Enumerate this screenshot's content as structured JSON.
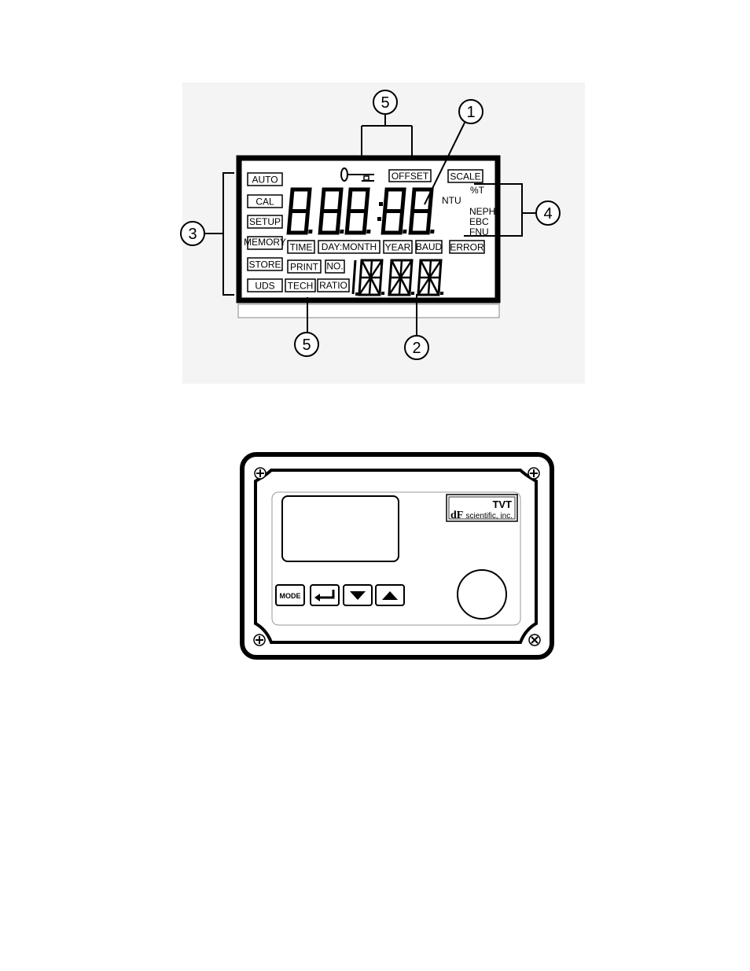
{
  "lcd_diagram": {
    "callouts": [
      {
        "id": "callout-1",
        "number": "1"
      },
      {
        "id": "callout-2",
        "number": "2"
      },
      {
        "id": "callout-3",
        "number": "3"
      },
      {
        "id": "callout-4",
        "number": "4"
      },
      {
        "id": "callout-5-top",
        "number": "5"
      },
      {
        "id": "callout-5-bottom",
        "number": "5"
      }
    ],
    "left_modes": [
      "AUTO",
      "CAL",
      "SETUP",
      "MEMORY",
      "STORE",
      "UDS"
    ],
    "top_labels": {
      "offset": "OFFSET",
      "scale": "SCALE"
    },
    "unit_labels": {
      "ntu": "NTU",
      "pct_t": "%T",
      "neph": "NEPH.",
      "ebc": "EBC",
      "fnu": "FNU"
    },
    "row_labels": [
      "TIME",
      "DAY:MONTH",
      "YEAR",
      "BAUD",
      "ERROR"
    ],
    "bottom_labels": [
      "PRINT",
      "NO.",
      "TECH",
      "RATIO"
    ],
    "main_digits": "8.8.8.8:8.8",
    "alpha_prefix": "1",
    "key_icon": "key-icon"
  },
  "instrument_panel": {
    "buttons": [
      {
        "id": "mode",
        "label": "MODE",
        "icon": ""
      },
      {
        "id": "enter",
        "label": "",
        "icon": "enter-arrow-icon"
      },
      {
        "id": "down",
        "label": "",
        "icon": "down-triangle-icon"
      },
      {
        "id": "up",
        "label": "",
        "icon": "up-triangle-icon"
      }
    ],
    "logo": {
      "brand": "TVT",
      "company": "scientific, inc.",
      "mark": "dF"
    },
    "screws": [
      "plus-screw-icon",
      "plus-screw-icon",
      "plus-screw-icon",
      "cross-screw-icon"
    ]
  }
}
